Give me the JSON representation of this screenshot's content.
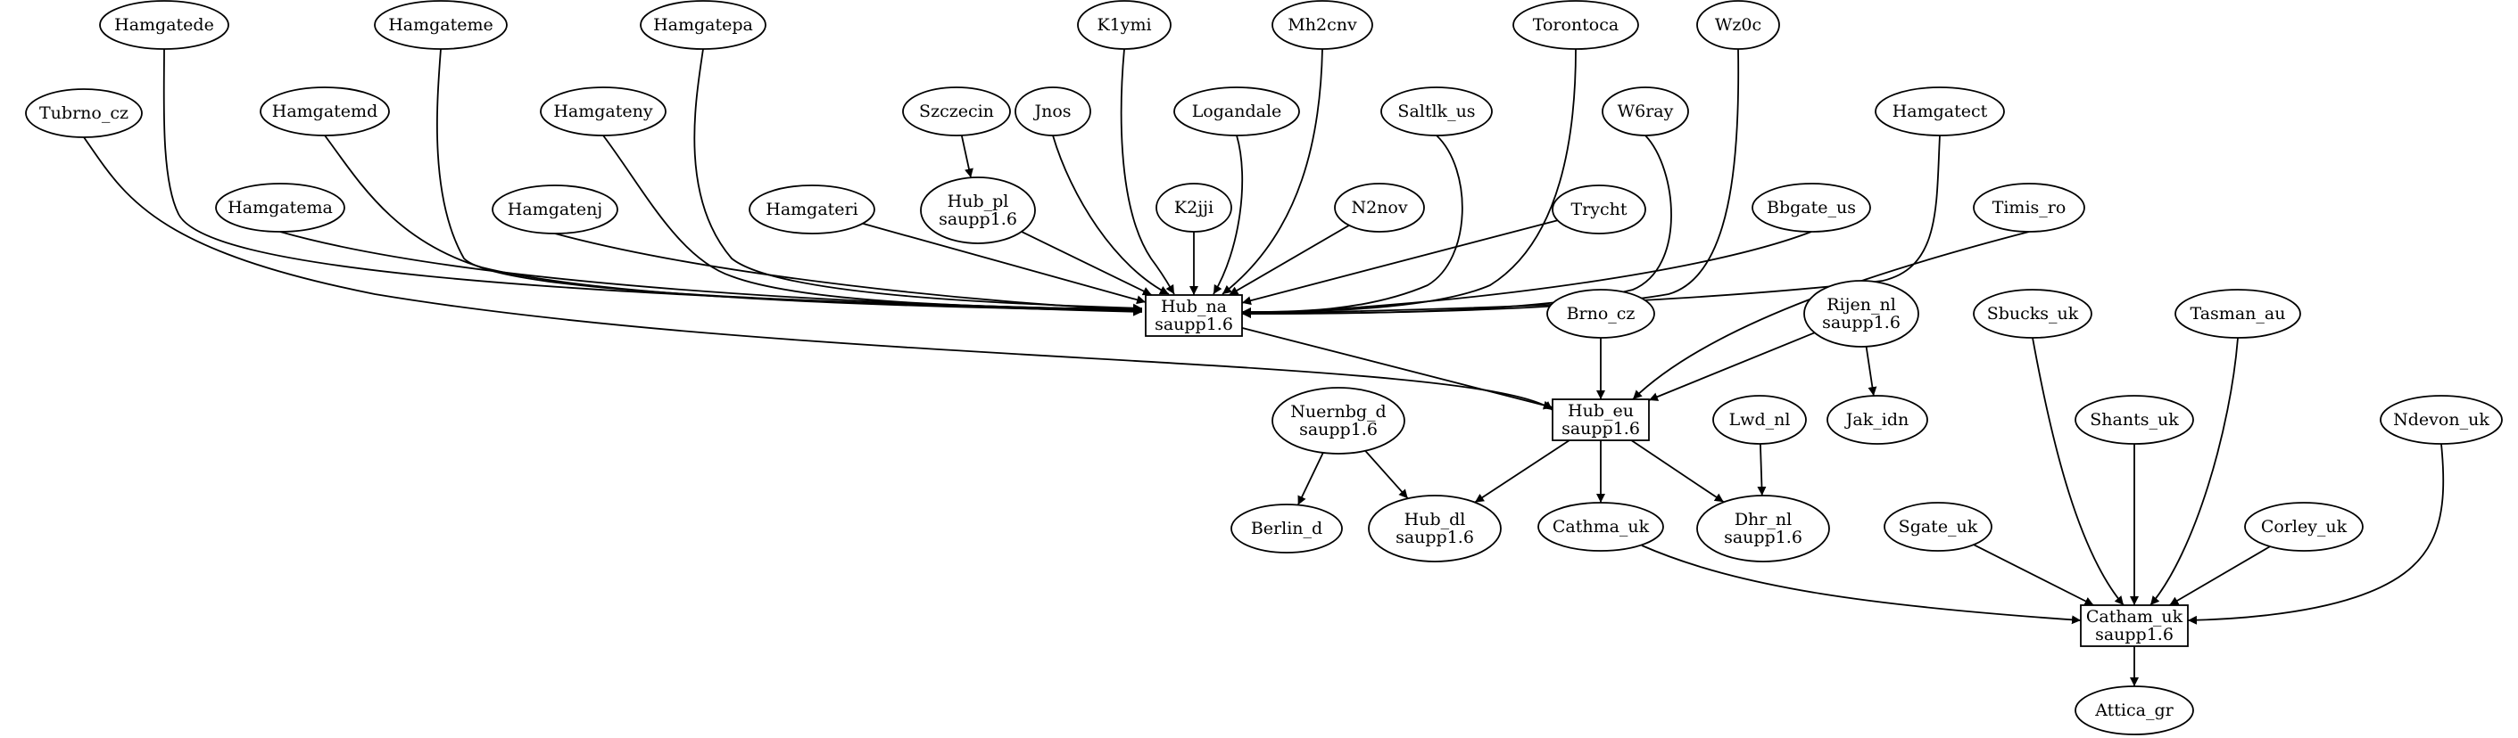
{
  "nodes": [
    {
      "id": "Hamgatede",
      "lines": [
        "Hamgatede"
      ],
      "shape": "ellipse"
    },
    {
      "id": "Hamgateme",
      "lines": [
        "Hamgateme"
      ],
      "shape": "ellipse"
    },
    {
      "id": "Hamgatepa",
      "lines": [
        "Hamgatepa"
      ],
      "shape": "ellipse"
    },
    {
      "id": "K1ymi",
      "lines": [
        "K1ymi"
      ],
      "shape": "ellipse"
    },
    {
      "id": "Mh2cnv",
      "lines": [
        "Mh2cnv"
      ],
      "shape": "ellipse"
    },
    {
      "id": "Torontoca",
      "lines": [
        "Torontoca"
      ],
      "shape": "ellipse"
    },
    {
      "id": "Wz0c",
      "lines": [
        "Wz0c"
      ],
      "shape": "ellipse"
    },
    {
      "id": "Tubrno_cz",
      "lines": [
        "Tubrno_cz"
      ],
      "shape": "ellipse"
    },
    {
      "id": "Hamgatemd",
      "lines": [
        "Hamgatemd"
      ],
      "shape": "ellipse"
    },
    {
      "id": "Hamgateny",
      "lines": [
        "Hamgateny"
      ],
      "shape": "ellipse"
    },
    {
      "id": "Szczecin",
      "lines": [
        "Szczecin"
      ],
      "shape": "ellipse"
    },
    {
      "id": "Jnos",
      "lines": [
        "Jnos"
      ],
      "shape": "ellipse"
    },
    {
      "id": "Logandale",
      "lines": [
        "Logandale"
      ],
      "shape": "ellipse"
    },
    {
      "id": "Saltlk_us",
      "lines": [
        "Saltlk_us"
      ],
      "shape": "ellipse"
    },
    {
      "id": "W6ray",
      "lines": [
        "W6ray"
      ],
      "shape": "ellipse"
    },
    {
      "id": "Hamgatect",
      "lines": [
        "Hamgatect"
      ],
      "shape": "ellipse"
    },
    {
      "id": "Hamgatema",
      "lines": [
        "Hamgatema"
      ],
      "shape": "ellipse"
    },
    {
      "id": "Hamgatenj",
      "lines": [
        "Hamgatenj"
      ],
      "shape": "ellipse"
    },
    {
      "id": "Hamgateri",
      "lines": [
        "Hamgateri"
      ],
      "shape": "ellipse"
    },
    {
      "id": "Hub_pl",
      "lines": [
        "Hub_pl",
        "saupp1.6"
      ],
      "shape": "ellipse"
    },
    {
      "id": "K2jji",
      "lines": [
        "K2jji"
      ],
      "shape": "ellipse"
    },
    {
      "id": "N2nov",
      "lines": [
        "N2nov"
      ],
      "shape": "ellipse"
    },
    {
      "id": "Trycht",
      "lines": [
        "Trycht"
      ],
      "shape": "ellipse"
    },
    {
      "id": "Bbgate_us",
      "lines": [
        "Bbgate_us"
      ],
      "shape": "ellipse"
    },
    {
      "id": "Timis_ro",
      "lines": [
        "Timis_ro"
      ],
      "shape": "ellipse"
    },
    {
      "id": "Hub_na",
      "lines": [
        "Hub_na",
        "saupp1.6"
      ],
      "shape": "box"
    },
    {
      "id": "Brno_cz",
      "lines": [
        "Brno_cz"
      ],
      "shape": "ellipse"
    },
    {
      "id": "Rijen_nl",
      "lines": [
        "Rijen_nl",
        "saupp1.6"
      ],
      "shape": "ellipse"
    },
    {
      "id": "Sbucks_uk",
      "lines": [
        "Sbucks_uk"
      ],
      "shape": "ellipse"
    },
    {
      "id": "Tasman_au",
      "lines": [
        "Tasman_au"
      ],
      "shape": "ellipse"
    },
    {
      "id": "Hub_eu",
      "lines": [
        "Hub_eu",
        "saupp1.6"
      ],
      "shape": "box"
    },
    {
      "id": "Nuernbg_d",
      "lines": [
        "Nuernbg_d",
        "saupp1.6"
      ],
      "shape": "ellipse"
    },
    {
      "id": "Lwd_nl",
      "lines": [
        "Lwd_nl"
      ],
      "shape": "ellipse"
    },
    {
      "id": "Jak_idn",
      "lines": [
        "Jak_idn"
      ],
      "shape": "ellipse"
    },
    {
      "id": "Shants_uk",
      "lines": [
        "Shants_uk"
      ],
      "shape": "ellipse"
    },
    {
      "id": "Ndevon_uk",
      "lines": [
        "Ndevon_uk"
      ],
      "shape": "ellipse"
    },
    {
      "id": "Berlin_d",
      "lines": [
        "Berlin_d"
      ],
      "shape": "ellipse"
    },
    {
      "id": "Hub_dl",
      "lines": [
        "Hub_dl",
        "saupp1.6"
      ],
      "shape": "ellipse"
    },
    {
      "id": "Cathma_uk",
      "lines": [
        "Cathma_uk"
      ],
      "shape": "ellipse"
    },
    {
      "id": "Dhr_nl",
      "lines": [
        "Dhr_nl",
        "saupp1.6"
      ],
      "shape": "ellipse"
    },
    {
      "id": "Sgate_uk",
      "lines": [
        "Sgate_uk"
      ],
      "shape": "ellipse"
    },
    {
      "id": "Corley_uk",
      "lines": [
        "Corley_uk"
      ],
      "shape": "ellipse"
    },
    {
      "id": "Catham_uk",
      "lines": [
        "Catham_uk",
        "saupp1.6"
      ],
      "shape": "box"
    },
    {
      "id": "Attica_gr",
      "lines": [
        "Attica_gr"
      ],
      "shape": "ellipse"
    }
  ],
  "edges": [
    {
      "from": "Hamgatede",
      "to": "Hub_na"
    },
    {
      "from": "Hamgateme",
      "to": "Hub_na"
    },
    {
      "from": "Hamgatepa",
      "to": "Hub_na"
    },
    {
      "from": "K1ymi",
      "to": "Hub_na"
    },
    {
      "from": "Mh2cnv",
      "to": "Hub_na"
    },
    {
      "from": "Torontoca",
      "to": "Hub_na"
    },
    {
      "from": "Wz0c",
      "to": "Hub_na"
    },
    {
      "from": "Tubrno_cz",
      "to": "Hub_eu"
    },
    {
      "from": "Hamgatemd",
      "to": "Hub_na"
    },
    {
      "from": "Hamgateny",
      "to": "Hub_na"
    },
    {
      "from": "Szczecin",
      "to": "Hub_pl"
    },
    {
      "from": "Jnos",
      "to": "Hub_na"
    },
    {
      "from": "Logandale",
      "to": "Hub_na"
    },
    {
      "from": "Saltlk_us",
      "to": "Hub_na"
    },
    {
      "from": "W6ray",
      "to": "Hub_na"
    },
    {
      "from": "Hamgatect",
      "to": "Hub_na"
    },
    {
      "from": "Hamgatema",
      "to": "Hub_na"
    },
    {
      "from": "Hamgatenj",
      "to": "Hub_na"
    },
    {
      "from": "Hamgateri",
      "to": "Hub_na"
    },
    {
      "from": "Hub_pl",
      "to": "Hub_na"
    },
    {
      "from": "K2jji",
      "to": "Hub_na"
    },
    {
      "from": "N2nov",
      "to": "Hub_na"
    },
    {
      "from": "Trycht",
      "to": "Hub_na"
    },
    {
      "from": "Bbgate_us",
      "to": "Hub_na"
    },
    {
      "from": "Timis_ro",
      "to": "Hub_eu"
    },
    {
      "from": "Hub_na",
      "to": "Hub_eu"
    },
    {
      "from": "Brno_cz",
      "to": "Hub_eu"
    },
    {
      "from": "Rijen_nl",
      "to": "Hub_eu"
    },
    {
      "from": "Rijen_nl",
      "to": "Jak_idn"
    },
    {
      "from": "Nuernbg_d",
      "to": "Berlin_d"
    },
    {
      "from": "Nuernbg_d",
      "to": "Hub_dl"
    },
    {
      "from": "Hub_eu",
      "to": "Hub_dl"
    },
    {
      "from": "Hub_eu",
      "to": "Cathma_uk"
    },
    {
      "from": "Hub_eu",
      "to": "Dhr_nl"
    },
    {
      "from": "Lwd_nl",
      "to": "Dhr_nl"
    },
    {
      "from": "Sbucks_uk",
      "to": "Catham_uk"
    },
    {
      "from": "Tasman_au",
      "to": "Catham_uk"
    },
    {
      "from": "Shants_uk",
      "to": "Catham_uk"
    },
    {
      "from": "Ndevon_uk",
      "to": "Catham_uk"
    },
    {
      "from": "Sgate_uk",
      "to": "Catham_uk"
    },
    {
      "from": "Corley_uk",
      "to": "Catham_uk"
    },
    {
      "from": "Cathma_uk",
      "to": "Catham_uk"
    },
    {
      "from": "Catham_uk",
      "to": "Attica_gr"
    }
  ]
}
